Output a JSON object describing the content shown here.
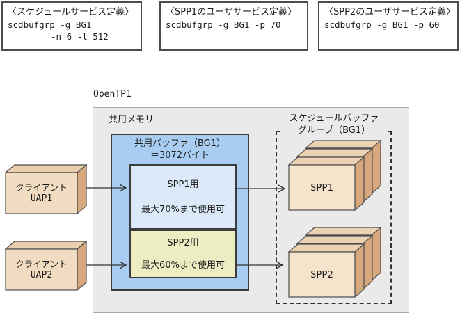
{
  "definitions": [
    {
      "title": "〈スケジュールサービス定義〉",
      "code_line1": "scdbufgrp -g BG1",
      "code_line2": "-n 6 -l 512"
    },
    {
      "title": "〈SPP1のユーザサービス定義〉",
      "code_line1": "scdbufgrp -g BG1 -p 70"
    },
    {
      "title": "〈SPP2のユーザサービス定義〉",
      "code_line1": "scdbufgrp -g BG1 -p 60"
    }
  ],
  "opentp1": {
    "label": "OpenTP1",
    "shared_memory_label": "共用メモリ",
    "shared_buffer": {
      "title_line1": "共用バッファ（BG1）",
      "title_line2": "＝3072バイト",
      "spp1_region": {
        "name": "SPP1用",
        "usage": "最大70%まで使用可"
      },
      "spp2_region": {
        "name": "SPP2用",
        "usage": "最大60%まで使用可"
      }
    },
    "schedule_buffer_group": {
      "label_line1": "スケジュールバッファ",
      "label_line2": "グループ（BG1）",
      "spp1_stack_label": "SPP1",
      "spp2_stack_label": "SPP2"
    }
  },
  "clients": [
    {
      "line1": "クライアント",
      "line2": "UAP1"
    },
    {
      "line1": "クライアント",
      "line2": "UAP2"
    }
  ],
  "colors": {
    "panel_gray": "#eaeaea",
    "buffer_blue": "#a9cdf0",
    "spp1_region_blue": "#dbe9f8",
    "spp2_region_yellow": "#ededc4",
    "stack_box_tan": "#f6e3cc",
    "client_box_tan": "#f2dcc1",
    "box_side_tan": "#d7a87d",
    "line_color": "#333333"
  }
}
